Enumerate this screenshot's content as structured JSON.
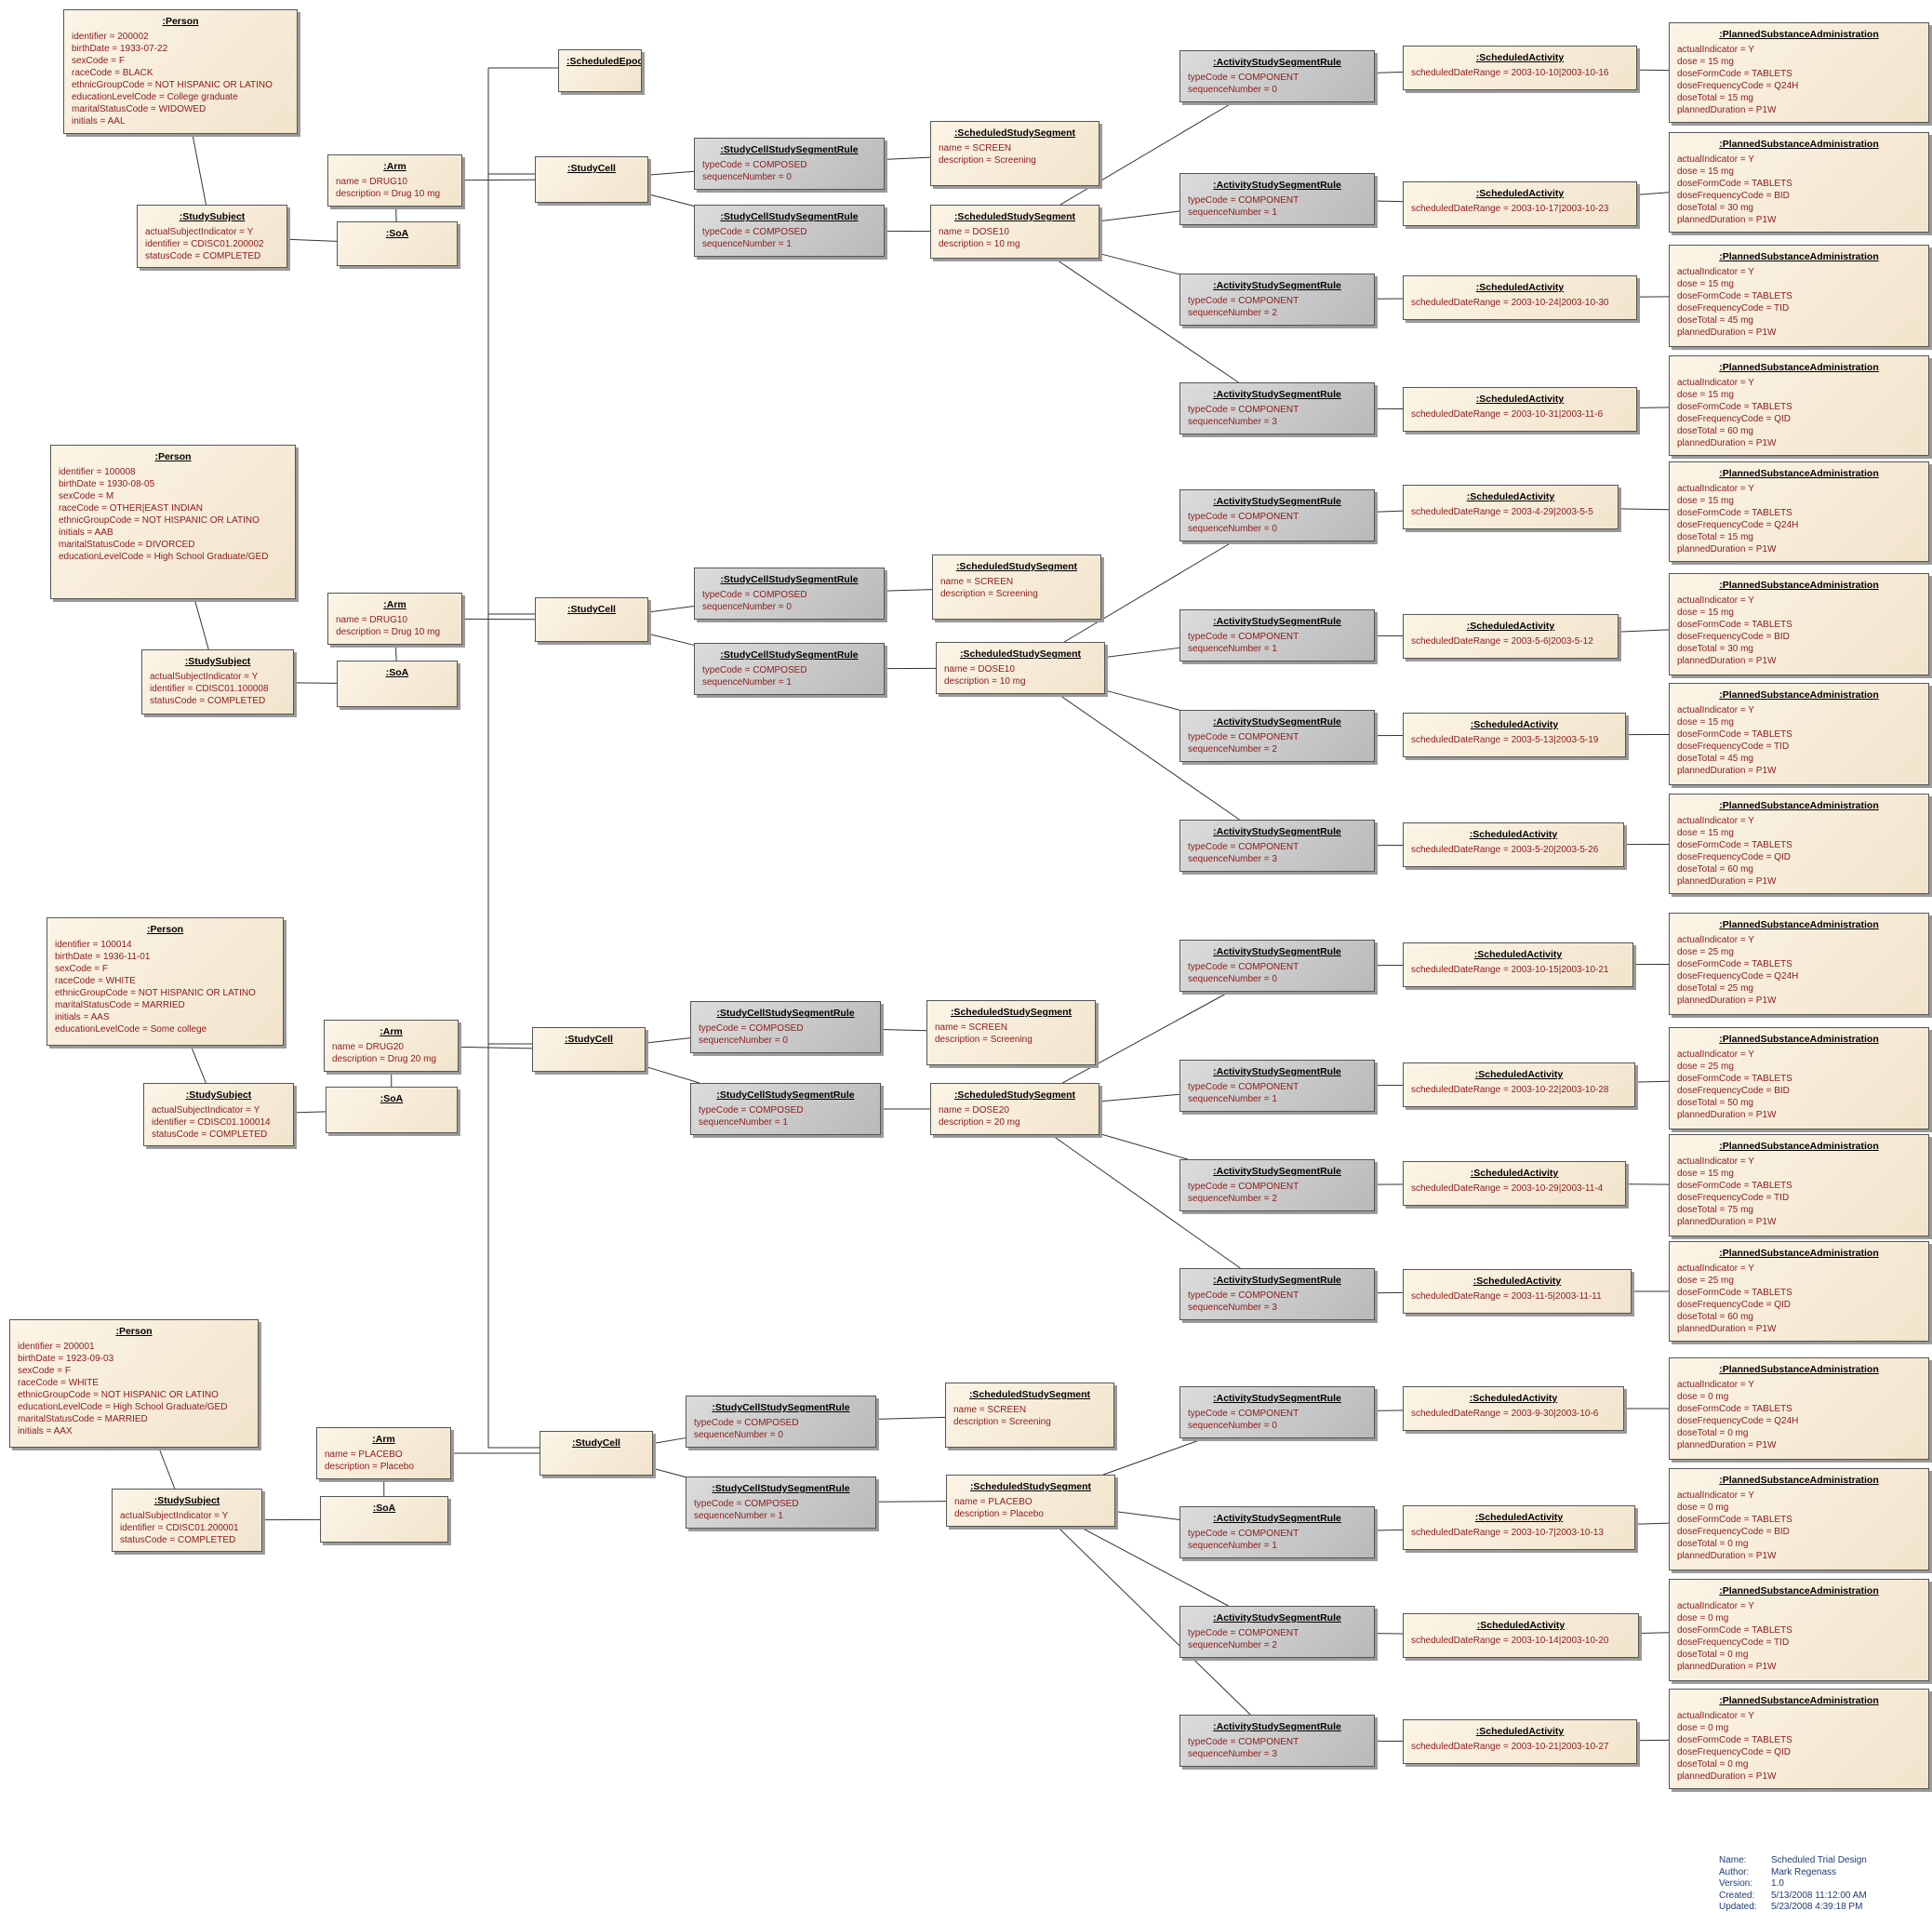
{
  "nodes": {
    "person1": {
      "title": ":Person",
      "attrs": [
        "identifier = 200002",
        "birthDate = 1933-07-22",
        "sexCode = F",
        "raceCode = BLACK",
        "ethnicGroupCode = NOT HISPANIC OR LATINO",
        "educationLevelCode = College graduate",
        "maritalStatusCode = WIDOWED",
        "initials = AAL"
      ]
    },
    "subject1": {
      "title": ":StudySubject",
      "attrs": [
        "actualSubjectIndicator = Y",
        "identifier = CDISC01.200002",
        "statusCode = COMPLETED"
      ]
    },
    "arm1": {
      "title": ":Arm",
      "attrs": [
        "name = DRUG10",
        "description = Drug 10 mg"
      ]
    },
    "soa1": {
      "title": ":SoA",
      "attrs": []
    },
    "epoch": {
      "title": ":ScheduledEpoch",
      "attrs": []
    },
    "cell1": {
      "title": ":StudyCell",
      "attrs": []
    },
    "cr1a": {
      "title": ":StudyCellStudySegmentRule",
      "attrs": [
        "typeCode = COMPOSED",
        "sequenceNumber = 0"
      ]
    },
    "cr1b": {
      "title": ":StudyCellStudySegmentRule",
      "attrs": [
        "typeCode = COMPOSED",
        "sequenceNumber = 1"
      ]
    },
    "seg1a": {
      "title": ":ScheduledStudySegment",
      "attrs": [
        "name = SCREEN",
        "description = Screening"
      ]
    },
    "seg1b": {
      "title": ":ScheduledStudySegment",
      "attrs": [
        "name = DOSE10",
        "description = 10 mg"
      ]
    },
    "ar1_0": {
      "title": ":ActivityStudySegmentRule",
      "attrs": [
        "typeCode = COMPONENT",
        "sequenceNumber = 0"
      ]
    },
    "ar1_1": {
      "title": ":ActivityStudySegmentRule",
      "attrs": [
        "typeCode = COMPONENT",
        "sequenceNumber = 1"
      ]
    },
    "ar1_2": {
      "title": ":ActivityStudySegmentRule",
      "attrs": [
        "typeCode = COMPONENT",
        "sequenceNumber = 2"
      ]
    },
    "ar1_3": {
      "title": ":ActivityStudySegmentRule",
      "attrs": [
        "typeCode = COMPONENT",
        "sequenceNumber = 3"
      ]
    },
    "sa1_0": {
      "title": ":ScheduledActivity",
      "attrs": [
        "scheduledDateRange = 2003-10-10|2003-10-16"
      ]
    },
    "sa1_1": {
      "title": ":ScheduledActivity",
      "attrs": [
        "scheduledDateRange = 2003-10-17|2003-10-23"
      ]
    },
    "sa1_2": {
      "title": ":ScheduledActivity",
      "attrs": [
        "scheduledDateRange = 2003-10-24|2003-10-30"
      ]
    },
    "sa1_3": {
      "title": ":ScheduledActivity",
      "attrs": [
        "scheduledDateRange = 2003-10-31|2003-11-6"
      ]
    },
    "psa1_0": {
      "title": ":PlannedSubstanceAdministration",
      "attrs": [
        "actualIndicator = Y",
        "dose = 15 mg",
        "doseFormCode = TABLETS",
        "doseFrequencyCode = Q24H",
        "doseTotal = 15 mg",
        "plannedDuration = P1W"
      ]
    },
    "psa1_1": {
      "title": ":PlannedSubstanceAdministration",
      "attrs": [
        "actualIndicator = Y",
        "dose = 15 mg",
        "doseFormCode = TABLETS",
        "doseFrequencyCode = BID",
        "doseTotal = 30 mg",
        "plannedDuration = P1W"
      ]
    },
    "psa1_2": {
      "title": ":PlannedSubstanceAdministration",
      "attrs": [
        "actualIndicator = Y",
        "dose = 15 mg",
        "doseFormCode = TABLETS",
        "doseFrequencyCode = TID",
        "doseTotal = 45 mg",
        "plannedDuration = P1W"
      ]
    },
    "psa1_3": {
      "title": ":PlannedSubstanceAdministration",
      "attrs": [
        "actualIndicator = Y",
        "dose = 15 mg",
        "doseFormCode = TABLETS",
        "doseFrequencyCode = QID",
        "doseTotal = 60 mg",
        "plannedDuration = P1W"
      ]
    },
    "person2": {
      "title": ":Person",
      "attrs": [
        "identifier = 100008",
        "birthDate = 1930-08-05",
        "sexCode = M",
        "raceCode = OTHER|EAST INDIAN",
        "ethnicGroupCode = NOT HISPANIC OR LATINO",
        "initials = AAB",
        "maritalStatusCode = DIVORCED",
        "educationLevelCode = High School Graduate/GED"
      ]
    },
    "subject2": {
      "title": ":StudySubject",
      "attrs": [
        "actualSubjectIndicator = Y",
        "identifier = CDISC01.100008",
        "statusCode = COMPLETED"
      ]
    },
    "arm2": {
      "title": ":Arm",
      "attrs": [
        "name = DRUG10",
        "description = Drug 10 mg"
      ]
    },
    "soa2": {
      "title": ":SoA",
      "attrs": []
    },
    "cell2": {
      "title": ":StudyCell",
      "attrs": []
    },
    "cr2a": {
      "title": ":StudyCellStudySegmentRule",
      "attrs": [
        "typeCode = COMPOSED",
        "sequenceNumber = 0"
      ]
    },
    "cr2b": {
      "title": ":StudyCellStudySegmentRule",
      "attrs": [
        "typeCode = COMPOSED",
        "sequenceNumber = 1"
      ]
    },
    "seg2a": {
      "title": ":ScheduledStudySegment",
      "attrs": [
        "name = SCREEN",
        "description = Screening"
      ]
    },
    "seg2b": {
      "title": ":ScheduledStudySegment",
      "attrs": [
        "name = DOSE10",
        "description = 10 mg"
      ]
    },
    "ar2_0": {
      "title": ":ActivityStudySegmentRule",
      "attrs": [
        "typeCode = COMPONENT",
        "sequenceNumber = 0"
      ]
    },
    "ar2_1": {
      "title": ":ActivityStudySegmentRule",
      "attrs": [
        "typeCode = COMPONENT",
        "sequenceNumber = 1"
      ]
    },
    "ar2_2": {
      "title": ":ActivityStudySegmentRule",
      "attrs": [
        "typeCode = COMPONENT",
        "sequenceNumber = 2"
      ]
    },
    "ar2_3": {
      "title": ":ActivityStudySegmentRule",
      "attrs": [
        "typeCode = COMPONENT",
        "sequenceNumber = 3"
      ]
    },
    "sa2_0": {
      "title": ":ScheduledActivity",
      "attrs": [
        "scheduledDateRange = 2003-4-29|2003-5-5"
      ]
    },
    "sa2_1": {
      "title": ":ScheduledActivity",
      "attrs": [
        "scheduledDateRange = 2003-5-6|2003-5-12"
      ]
    },
    "sa2_2": {
      "title": ":ScheduledActivity",
      "attrs": [
        "scheduledDateRange = 2003-5-13|2003-5-19"
      ]
    },
    "sa2_3": {
      "title": ":ScheduledActivity",
      "attrs": [
        "scheduledDateRange = 2003-5-20|2003-5-26"
      ]
    },
    "psa2_0": {
      "title": ":PlannedSubstanceAdministration",
      "attrs": [
        "actualIndicator = Y",
        "dose = 15 mg",
        "doseFormCode = TABLETS",
        "doseFrequencyCode = Q24H",
        "doseTotal = 15 mg",
        "plannedDuration = P1W"
      ]
    },
    "psa2_1": {
      "title": ":PlannedSubstanceAdministration",
      "attrs": [
        "actualIndicator = Y",
        "dose = 15 mg",
        "doseFormCode = TABLETS",
        "doseFrequencyCode = BID",
        "doseTotal = 30 mg",
        "plannedDuration = P1W"
      ]
    },
    "psa2_2": {
      "title": ":PlannedSubstanceAdministration",
      "attrs": [
        "actualIndicator = Y",
        "dose = 15 mg",
        "doseFormCode = TABLETS",
        "doseFrequencyCode = TID",
        "doseTotal = 45 mg",
        "plannedDuration = P1W"
      ]
    },
    "psa2_3": {
      "title": ":PlannedSubstanceAdministration",
      "attrs": [
        "actualIndicator = Y",
        "dose = 15 mg",
        "doseFormCode = TABLETS",
        "doseFrequencyCode = QID",
        "doseTotal = 60 mg",
        "plannedDuration = P1W"
      ]
    },
    "person3": {
      "title": ":Person",
      "attrs": [
        "identifier = 100014",
        "birthDate = 1936-11-01",
        "sexCode = F",
        "raceCode = WHITE",
        "ethnicGroupCode = NOT HISPANIC OR LATINO",
        "maritalStatusCode = MARRIED",
        "initials = AAS",
        "educationLevelCode = Some college"
      ]
    },
    "subject3": {
      "title": ":StudySubject",
      "attrs": [
        "actualSubjectIndicator = Y",
        "identifier = CDISC01.100014",
        "statusCode = COMPLETED"
      ]
    },
    "arm3": {
      "title": ":Arm",
      "attrs": [
        "name = DRUG20",
        "description = Drug 20 mg"
      ]
    },
    "soa3": {
      "title": ":SoA",
      "attrs": []
    },
    "cell3": {
      "title": ":StudyCell",
      "attrs": []
    },
    "cr3a": {
      "title": ":StudyCellStudySegmentRule",
      "attrs": [
        "typeCode = COMPOSED",
        "sequenceNumber = 0"
      ]
    },
    "cr3b": {
      "title": ":StudyCellStudySegmentRule",
      "attrs": [
        "typeCode = COMPOSED",
        "sequenceNumber = 1"
      ]
    },
    "seg3a": {
      "title": ":ScheduledStudySegment",
      "attrs": [
        "name = SCREEN",
        "description = Screening"
      ]
    },
    "seg3b": {
      "title": ":ScheduledStudySegment",
      "attrs": [
        "name = DOSE20",
        "description = 20 mg"
      ]
    },
    "ar3_0": {
      "title": ":ActivityStudySegmentRule",
      "attrs": [
        "typeCode = COMPONENT",
        "sequenceNumber = 0"
      ]
    },
    "ar3_1": {
      "title": ":ActivityStudySegmentRule",
      "attrs": [
        "typeCode = COMPONENT",
        "sequenceNumber = 1"
      ]
    },
    "ar3_2": {
      "title": ":ActivityStudySegmentRule",
      "attrs": [
        "typeCode = COMPONENT",
        "sequenceNumber = 2"
      ]
    },
    "ar3_3": {
      "title": ":ActivityStudySegmentRule",
      "attrs": [
        "typeCode = COMPONENT",
        "sequenceNumber = 3"
      ]
    },
    "sa3_0": {
      "title": ":ScheduledActivity",
      "attrs": [
        "scheduledDateRange = 2003-10-15|2003-10-21"
      ]
    },
    "sa3_1": {
      "title": ":ScheduledActivity",
      "attrs": [
        "scheduledDateRange = 2003-10-22|2003-10-28"
      ]
    },
    "sa3_2": {
      "title": ":ScheduledActivity",
      "attrs": [
        "scheduledDateRange = 2003-10-29|2003-11-4"
      ]
    },
    "sa3_3": {
      "title": ":ScheduledActivity",
      "attrs": [
        "scheduledDateRange = 2003-11-5|2003-11-11"
      ]
    },
    "psa3_0": {
      "title": ":PlannedSubstanceAdministration",
      "attrs": [
        "actualIndicator = Y",
        "dose = 25 mg",
        "doseFormCode = TABLETS",
        "doseFrequencyCode = Q24H",
        "doseTotal = 25 mg",
        "plannedDuration = P1W"
      ]
    },
    "psa3_1": {
      "title": ":PlannedSubstanceAdministration",
      "attrs": [
        "actualIndicator = Y",
        "dose = 25 mg",
        "doseFormCode = TABLETS",
        "doseFrequencyCode = BID",
        "doseTotal = 50 mg",
        "plannedDuration = P1W"
      ]
    },
    "psa3_2": {
      "title": ":PlannedSubstanceAdministration",
      "attrs": [
        "actualIndicator = Y",
        "dose = 15 mg",
        "doseFormCode = TABLETS",
        "doseFrequencyCode = TID",
        "doseTotal = 75 mg",
        "plannedDuration = P1W"
      ]
    },
    "psa3_3": {
      "title": ":PlannedSubstanceAdministration",
      "attrs": [
        "actualIndicator = Y",
        "dose = 25 mg",
        "doseFormCode = TABLETS",
        "doseFrequencyCode = QID",
        "doseTotal = 60 mg",
        "plannedDuration = P1W"
      ]
    },
    "person4": {
      "title": ":Person",
      "attrs": [
        "identifier = 200001",
        "birthDate = 1923-09-03",
        "sexCode = F",
        "raceCode = WHITE",
        "ethnicGroupCode = NOT HISPANIC OR LATINO",
        "educationLevelCode = High School Graduate/GED",
        "maritalStatusCode = MARRIED",
        "initials = AAX"
      ]
    },
    "subject4": {
      "title": ":StudySubject",
      "attrs": [
        "actualSubjectIndicator = Y",
        "identifier = CDISC01.200001",
        "statusCode = COMPLETED"
      ]
    },
    "arm4": {
      "title": ":Arm",
      "attrs": [
        "name = PLACEBO",
        "description = Placebo"
      ]
    },
    "soa4": {
      "title": ":SoA",
      "attrs": []
    },
    "cell4": {
      "title": ":StudyCell",
      "attrs": []
    },
    "cr4a": {
      "title": ":StudyCellStudySegmentRule",
      "attrs": [
        "typeCode = COMPOSED",
        "sequenceNumber = 0"
      ]
    },
    "cr4b": {
      "title": ":StudyCellStudySegmentRule",
      "attrs": [
        "typeCode = COMPOSED",
        "sequenceNumber = 1"
      ]
    },
    "seg4a": {
      "title": ":ScheduledStudySegment",
      "attrs": [
        "name = SCREEN",
        "description = Screening"
      ]
    },
    "seg4b": {
      "title": ":ScheduledStudySegment",
      "attrs": [
        "name = PLACEBO",
        "description = Placebo"
      ]
    },
    "ar4_0": {
      "title": ":ActivityStudySegmentRule",
      "attrs": [
        "typeCode = COMPONENT",
        "sequenceNumber = 0"
      ]
    },
    "ar4_1": {
      "title": ":ActivityStudySegmentRule",
      "attrs": [
        "typeCode = COMPONENT",
        "sequenceNumber = 1"
      ]
    },
    "ar4_2": {
      "title": ":ActivityStudySegmentRule",
      "attrs": [
        "typeCode = COMPONENT",
        "sequenceNumber = 2"
      ]
    },
    "ar4_3": {
      "title": ":ActivityStudySegmentRule",
      "attrs": [
        "typeCode = COMPONENT",
        "sequenceNumber = 3"
      ]
    },
    "sa4_0": {
      "title": ":ScheduledActivity",
      "attrs": [
        "scheduledDateRange = 2003-9-30|2003-10-6"
      ]
    },
    "sa4_1": {
      "title": ":ScheduledActivity",
      "attrs": [
        "scheduledDateRange = 2003-10-7|2003-10-13"
      ]
    },
    "sa4_2": {
      "title": ":ScheduledActivity",
      "attrs": [
        "scheduledDateRange = 2003-10-14|2003-10-20"
      ]
    },
    "sa4_3": {
      "title": ":ScheduledActivity",
      "attrs": [
        "scheduledDateRange = 2003-10-21|2003-10-27"
      ]
    },
    "psa4_0": {
      "title": ":PlannedSubstanceAdministration",
      "attrs": [
        "actualIndicator = Y",
        "dose = 0 mg",
        "doseFormCode = TABLETS",
        "doseFrequencyCode = Q24H",
        "doseTotal = 0 mg",
        "plannedDuration = P1W"
      ]
    },
    "psa4_1": {
      "title": ":PlannedSubstanceAdministration",
      "attrs": [
        "actualIndicator = Y",
        "dose = 0 mg",
        "doseFormCode = TABLETS",
        "doseFrequencyCode = BID",
        "doseTotal = 0 mg",
        "plannedDuration = P1W"
      ]
    },
    "psa4_2": {
      "title": ":PlannedSubstanceAdministration",
      "attrs": [
        "actualIndicator = Y",
        "dose = 0 mg",
        "doseFormCode = TABLETS",
        "doseFrequencyCode = TID",
        "doseTotal = 0 mg",
        "plannedDuration = P1W"
      ]
    },
    "psa4_3": {
      "title": ":PlannedSubstanceAdministration",
      "attrs": [
        "actualIndicator = Y",
        "dose = 0 mg",
        "doseFormCode = TABLETS",
        "doseFrequencyCode = QID",
        "doseTotal = 0 mg",
        "plannedDuration = P1W"
      ]
    }
  },
  "links": [
    [
      "person1",
      "subject1"
    ],
    [
      "subject1",
      "soa1"
    ],
    [
      "arm1",
      "soa1"
    ],
    [
      "arm1",
      "cell1"
    ],
    [
      "cell1",
      "cr1a"
    ],
    [
      "cell1",
      "cr1b"
    ],
    [
      "cr1a",
      "seg1a"
    ],
    [
      "cr1b",
      "seg1b"
    ],
    [
      "seg1b",
      "ar1_0"
    ],
    [
      "seg1b",
      "ar1_1"
    ],
    [
      "seg1b",
      "ar1_2"
    ],
    [
      "seg1b",
      "ar1_3"
    ],
    [
      "ar1_0",
      "sa1_0"
    ],
    [
      "ar1_1",
      "sa1_1"
    ],
    [
      "ar1_2",
      "sa1_2"
    ],
    [
      "ar1_3",
      "sa1_3"
    ],
    [
      "sa1_0",
      "psa1_0"
    ],
    [
      "sa1_1",
      "psa1_1"
    ],
    [
      "sa1_2",
      "psa1_2"
    ],
    [
      "sa1_3",
      "psa1_3"
    ],
    [
      "person2",
      "subject2"
    ],
    [
      "subject2",
      "soa2"
    ],
    [
      "arm2",
      "soa2"
    ],
    [
      "arm2",
      "cell2"
    ],
    [
      "cell2",
      "cr2a"
    ],
    [
      "cell2",
      "cr2b"
    ],
    [
      "cr2a",
      "seg2a"
    ],
    [
      "cr2b",
      "seg2b"
    ],
    [
      "seg2b",
      "ar2_0"
    ],
    [
      "seg2b",
      "ar2_1"
    ],
    [
      "seg2b",
      "ar2_2"
    ],
    [
      "seg2b",
      "ar2_3"
    ],
    [
      "ar2_0",
      "sa2_0"
    ],
    [
      "ar2_1",
      "sa2_1"
    ],
    [
      "ar2_2",
      "sa2_2"
    ],
    [
      "ar2_3",
      "sa2_3"
    ],
    [
      "sa2_0",
      "psa2_0"
    ],
    [
      "sa2_1",
      "psa2_1"
    ],
    [
      "sa2_2",
      "psa2_2"
    ],
    [
      "sa2_3",
      "psa2_3"
    ],
    [
      "person3",
      "subject3"
    ],
    [
      "subject3",
      "soa3"
    ],
    [
      "arm3",
      "soa3"
    ],
    [
      "arm3",
      "cell3"
    ],
    [
      "cell3",
      "cr3a"
    ],
    [
      "cell3",
      "cr3b"
    ],
    [
      "cr3a",
      "seg3a"
    ],
    [
      "cr3b",
      "seg3b"
    ],
    [
      "seg3b",
      "ar3_0"
    ],
    [
      "seg3b",
      "ar3_1"
    ],
    [
      "seg3b",
      "ar3_2"
    ],
    [
      "seg3b",
      "ar3_3"
    ],
    [
      "ar3_0",
      "sa3_0"
    ],
    [
      "ar3_1",
      "sa3_1"
    ],
    [
      "ar3_2",
      "sa3_2"
    ],
    [
      "ar3_3",
      "sa3_3"
    ],
    [
      "sa3_0",
      "psa3_0"
    ],
    [
      "sa3_1",
      "psa3_1"
    ],
    [
      "sa3_2",
      "psa3_2"
    ],
    [
      "sa3_3",
      "psa3_3"
    ],
    [
      "person4",
      "subject4"
    ],
    [
      "subject4",
      "soa4"
    ],
    [
      "arm4",
      "soa4"
    ],
    [
      "arm4",
      "cell4"
    ],
    [
      "cell4",
      "cr4a"
    ],
    [
      "cell4",
      "cr4b"
    ],
    [
      "cr4a",
      "seg4a"
    ],
    [
      "cr4b",
      "seg4b"
    ],
    [
      "seg4b",
      "ar4_0"
    ],
    [
      "seg4b",
      "ar4_1"
    ],
    [
      "seg4b",
      "ar4_2"
    ],
    [
      "seg4b",
      "ar4_3"
    ],
    [
      "ar4_0",
      "sa4_0"
    ],
    [
      "ar4_1",
      "sa4_1"
    ],
    [
      "ar4_2",
      "sa4_2"
    ],
    [
      "ar4_3",
      "sa4_3"
    ],
    [
      "sa4_0",
      "psa4_0"
    ],
    [
      "sa4_1",
      "psa4_1"
    ],
    [
      "sa4_2",
      "psa4_2"
    ],
    [
      "sa4_3",
      "psa4_3"
    ]
  ],
  "epoch_links": [
    "cell1",
    "cell2",
    "cell3",
    "cell4"
  ],
  "meta": {
    "name_label": "Name:",
    "name": "Scheduled Trial Design",
    "author_label": "Author:",
    "author": "Mark Regenass",
    "version_label": "Version:",
    "version": "1.0",
    "created_label": "Created:",
    "created": "5/13/2008 11:12:00 AM",
    "updated_label": "Updated:",
    "updated": "5/23/2008 4:39:18 PM"
  }
}
